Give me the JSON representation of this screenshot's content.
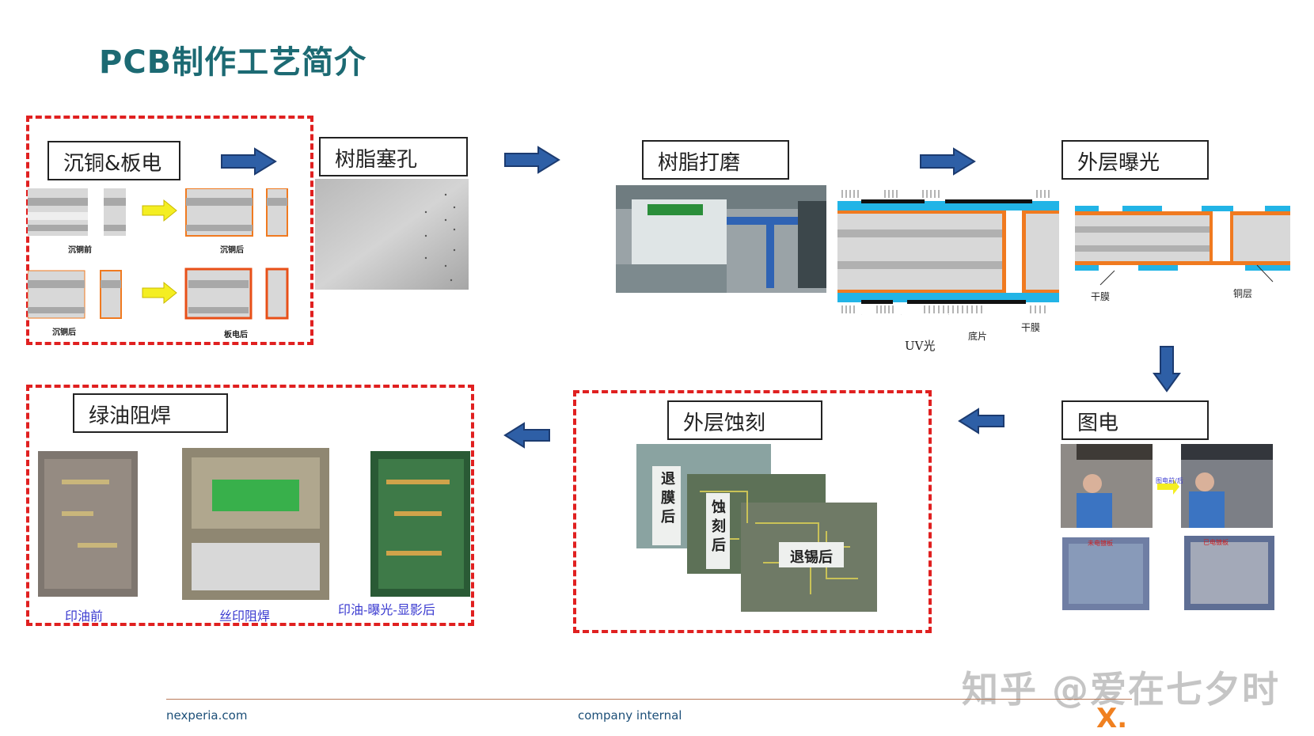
{
  "title": "PCB制作工艺简介",
  "steps": {
    "s1": "沉铜&板电",
    "s2": "树脂塞孔",
    "s3": "树脂打磨",
    "s4": "外层曝光",
    "s5": "图电",
    "s6": "外层蚀刻",
    "s7": "绿油阻焊"
  },
  "copper": {
    "before": "沉铜前",
    "after": "沉铜后",
    "after2": "沉铜后",
    "plated": "板电后"
  },
  "exposure": {
    "uv": "UV光",
    "film": "底片",
    "dry_film": "干膜",
    "dry_film2": "干膜",
    "copper_layer": "铜层"
  },
  "etch": {
    "strip": [
      "退",
      "膜",
      "后"
    ],
    "etched": [
      "蚀",
      "刻",
      "后"
    ],
    "tin_strip": "退锡后"
  },
  "solder": {
    "before": "印油前",
    "screen": "丝印阻焊",
    "after": "印油-曝光-显影后"
  },
  "plating_photos": {
    "label_top": "图电前/后",
    "label_bl": "未电镀板",
    "label_br": "已电镀板"
  },
  "footer": {
    "left": "nexperia.com",
    "center": "company internal",
    "logo": "X."
  },
  "watermark": "知乎 @爱在七夕时",
  "colors": {
    "title": "#1c6a73",
    "dash": "#e02020",
    "arrow": "#2e5fa6",
    "copper": "#f07a20",
    "film": "#22b4e6"
  }
}
